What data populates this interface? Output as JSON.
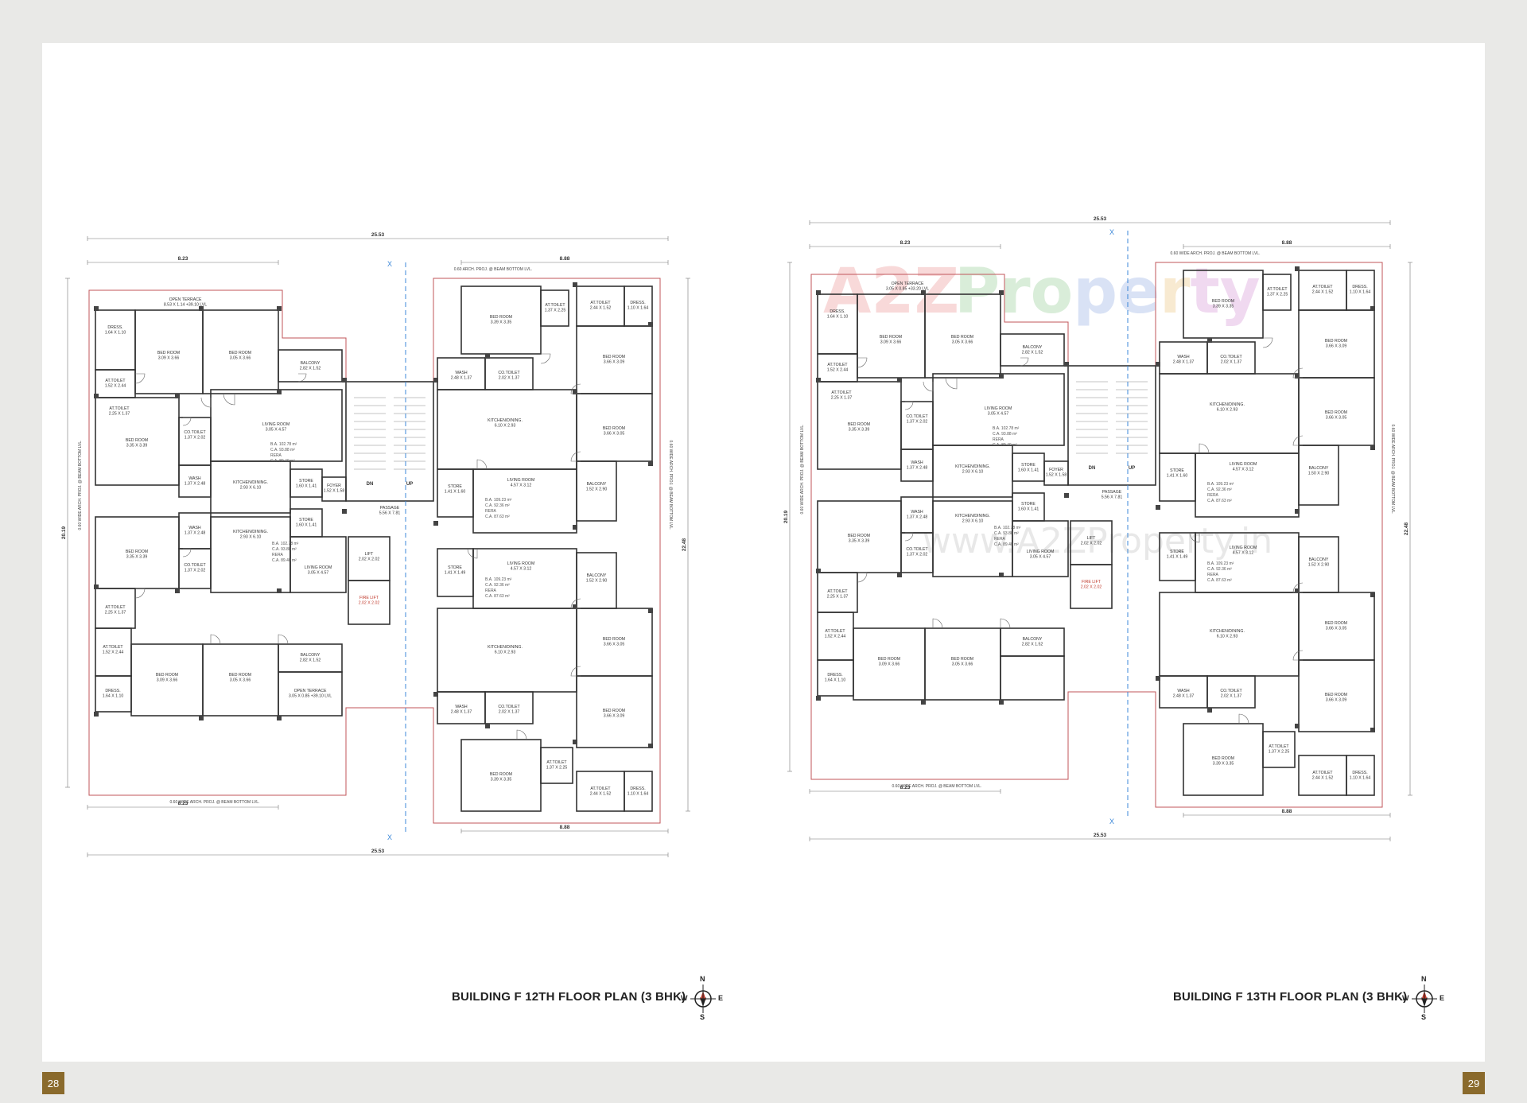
{
  "pages": {
    "left": "28",
    "right": "29"
  },
  "colors": {
    "page_bg": "#e9e9e7",
    "sheet": "#ffffff",
    "wall": "#333333",
    "outline": "#c0555a",
    "axis": "#3b87d8",
    "badge": "#8a6a2c"
  },
  "watermark": {
    "brand_a": "A2Z",
    "brand_b": [
      "Pro",
      "pe",
      "r",
      "ty"
    ],
    "url": "www.A2ZProperty.in"
  },
  "plans": [
    {
      "title": "BUILDING F 12TH FLOOR PLAN (3 BHK)",
      "compass": {
        "n": "N",
        "s": "S",
        "e": "E",
        "w": "W"
      },
      "overall": {
        "top": "25.53",
        "bottom": "25.53",
        "left_top": "8.23",
        "right_top": "8.88",
        "left_bottom": "8.23",
        "right_bottom": "8.88",
        "left_side": "20.19",
        "right_side": "22.48"
      },
      "rooms": {
        "ul_terrace": "OPEN TERRACE 8.53 X 1.14 +39.10 LVL",
        "ul_bed1": "BED ROOM 3.09 X 3.66",
        "ul_bed2": "BED ROOM 3.05 X 3.66",
        "ul_dress": "DRESS. 1.64 X 1.10",
        "ul_attoilet": "AT.TOILET 1.52 X 2.44",
        "ul_balcony": "BALCONY 2.82 X 1.52",
        "ul_bed3": "BED ROOM 3.35 X 3.39",
        "ul_attoilet2": "AT.TOILET 2.25 X 1.37",
        "ul_cotoilet": "CO.TOILET 1.37 X 2.02",
        "ul_living": "LIVING ROOM 3.05 X 4.57",
        "ul_kitchen": "KITCHEN/DINING. 2.93 X 6.10",
        "ul_store": "STORE 1.60 X 1.41",
        "ul_wash": "WASH 1.37 X 2.48",
        "ul_foyer": "FOYER 1.52 X 1.58",
        "ul_area": "B.A. 102.78 m² C.A. 93.88 m² RERA C.A. 89.40 m²",
        "ll_bed1": "BED ROOM 3.35 X 3.39",
        "ll_wash": "WASH 1.37 X 2.48",
        "ll_cotoilet": "CO.TOILET 1.37 X 2.02",
        "ll_kitchen": "KITCHEN/DINING. 2.93 X 6.10",
        "ll_store": "STORE 1.60 X 1.41",
        "ll_living": "LIVING ROOM 3.05 X 4.57",
        "ll_area": "B.A. 102.78 m² C.A. 93.88 m² RERA C.A. 89.40 m²",
        "ll_attoilet": "AT.TOILET 2.25 X 1.37",
        "ll_attoilet2": "AT.TOILET 1.52 X 2.44",
        "ll_bed2": "BED ROOM 3.09 X 3.66",
        "ll_bed3": "BED ROOM 3.05 X 3.66",
        "ll_dress": "DRESS. 1.64 X 1.10",
        "ll_balcony": "BALCONY 2.82 X 1.52",
        "ll_terrace": "OPEN TERRACE 3.05 X 0.85 +39.10 LVL",
        "core_passage": "PASSAGE 5.56 X 7.81",
        "core_lift": "LIFT 2.02 X 2.02",
        "core_firelift": "FIRE LIFT 2.02 X 2.02",
        "ur_bed1": "BED ROOM 3.39 X 3.35",
        "ur_attoilet": "AT.TOILET 1.37 X 2.25",
        "ur_attoilet2": "AT.TOILET 2.44 X 1.52",
        "ur_dress": "DRESS. 1.10 X 1.64",
        "ur_bed2": "BED ROOM 3.66 X 3.09",
        "ur_bed3": "BED ROOM 3.66 X 3.05",
        "ur_wash": "WASH 2.48 X 1.37",
        "ur_cotoilet": "CO.TOILET 2.02 X 1.37",
        "ur_kitchen": "KITCHEN/DINING. 6.10 X 2.93",
        "ur_store": "STORE 1.41 X 1.60",
        "ur_living": "LIVING ROOM 4.57 X 3.12",
        "ur_area": "B.A. 109.23 m² C.A. 92.36 m² RERA C.A. 87.63 m²",
        "ur_balcony": "BALCONY 1.52 X 2.90",
        "lr_store": "STORE 1.41 X 1.49",
        "lr_living": "LIVING ROOM 4.57 X 3.12",
        "lr_area": "B.A. 109.23 m² C.A. 92.36 m² RERA C.A. 87.63 m²",
        "lr_kitchen": "KITCHEN/DINING. 6.10 X 2.93",
        "lr_wash": "WASH 2.48 X 1.37",
        "lr_cotoilet": "CO.TOILET 2.02 X 1.37",
        "lr_balcony": "BALCONY 1.52 X 2.90",
        "lr_bed1": "BED ROOM 3.66 X 3.05",
        "lr_bed2": "BED ROOM 3.66 X 3.09",
        "lr_bed3": "BED ROOM 3.39 X 3.35",
        "lr_attoilet": "AT.TOILET 1.37 X 2.25",
        "lr_attoilet2": "AT.TOILET 2.44 X 1.52",
        "lr_dress": "DRESS. 1.10 X 1.64"
      },
      "notes": {
        "proj_top": "0.60 ARCH. PROJ. @ BEAM BOTTOM LVL.",
        "proj_bottom": "0.60 WIDE ARCH. PROJ. @ BEAM BOTTOM LVL.",
        "proj_side": "0.60 WIDE ARCH. PROJ. @ BEAM BOTTOM LVL."
      }
    },
    {
      "title": "BUILDING F 13TH FLOOR PLAN (3 BHK)",
      "compass": {
        "n": "N",
        "s": "S",
        "e": "E",
        "w": "W"
      },
      "overall": {
        "top": "25.53",
        "bottom": "25.53",
        "left_top": "8.23",
        "right_top": "8.88",
        "left_bottom": "8.23",
        "right_bottom": "8.88",
        "left_side": "20.19",
        "right_side": "22.48"
      },
      "rooms": {
        "ul_terrace": "OPEN TERRACE 3.05 X 0.85 +33.20 LVL",
        "ul_bed1": "BED ROOM 3.09 X 3.66",
        "ul_bed2": "BED ROOM 3.05 X 3.66",
        "ul_dress": "DRESS. 1.64 X 1.10",
        "ul_attoilet": "AT.TOILET 1.52 X 2.44",
        "ul_balcony": "BALCONY 2.82 X 1.52",
        "ul_bed3": "BED ROOM 3.35 X 3.39",
        "ul_attoilet2": "AT.TOILET 2.25 X 1.37",
        "ul_cotoilet": "CO.TOILET 1.37 X 2.02",
        "ul_living": "LIVING ROOM 3.05 X 4.57",
        "ul_kitchen": "KITCHEN/DINING. 2.93 X 6.10",
        "ul_store": "STORE 1.60 X 1.41",
        "ul_wash": "WASH 1.37 X 2.48",
        "ul_foyer": "FOYER 1.52 X 1.58",
        "ul_area": "B.A. 102.78 m² C.A. 93.88 m² RERA C.A. 89.40 m²",
        "ll_bed1": "BED ROOM 3.35 X 3.39",
        "ll_wash": "WASH 1.37 X 2.48",
        "ll_cotoilet": "CO.TOILET 1.37 X 2.02",
        "ll_kitchen": "KITCHEN/DINING. 2.93 X 6.10",
        "ll_store": "STORE 1.60 X 1.41",
        "ll_living": "LIVING ROOM 3.05 X 4.57",
        "ll_area": "B.A. 102.78 m² C.A. 93.88 m² RERA C.A. 89.40 m²",
        "ll_attoilet": "AT.TOILET 2.25 X 1.37",
        "ll_attoilet2": "AT.TOILET 1.52 X 2.44",
        "ll_bed2": "BED ROOM 3.09 X 3.66",
        "ll_bed3": "BED ROOM 3.05 X 3.66",
        "ll_dress": "DRESS. 1.64 X 1.10",
        "ll_balcony": "BALCONY 2.82 X 1.52",
        "ll_terrace": "",
        "core_passage": "PASSAGE 5.56 X 7.81",
        "core_lift": "LIFT 2.02 X 2.02",
        "core_firelift": "FIRE LIFT 2.02 X 2.02",
        "ur_bed1": "BED ROOM 3.39 X 3.35",
        "ur_attoilet": "AT.TOILET 1.37 X 2.25",
        "ur_attoilet2": "AT.TOILET 2.44 X 1.52",
        "ur_dress": "DRESS. 1.10 X 1.64",
        "ur_bed2": "BED ROOM 3.66 X 3.09",
        "ur_bed3": "BED ROOM 3.66 X 3.05",
        "ur_wash": "WASH 2.48 X 1.37",
        "ur_cotoilet": "CO.TOILET 2.02 X 1.37",
        "ur_kitchen": "KITCHEN/DINING. 6.10 X 2.93",
        "ur_store": "STORE 1.41 X 1.60",
        "ur_living": "LIVING ROOM 4.57 X 3.12",
        "ur_area": "B.A. 109.23 m² C.A. 92.36 m² RERA C.A. 87.63 m²",
        "ur_balcony": "BALCONY 1.50 X 2.90",
        "lr_store": "STORE 1.41 X 1.49",
        "lr_living": "LIVING ROOM 4.57 X 3.12",
        "lr_area": "B.A. 109.23 m² C.A. 92.36 m² RERA C.A. 87.63 m²",
        "lr_kitchen": "KITCHEN/DINING. 6.10 X 2.93",
        "lr_wash": "WASH 2.48 X 1.37",
        "lr_cotoilet": "CO.TOILET 2.02 X 1.37",
        "lr_balcony": "BALCONY 1.52 X 2.90",
        "lr_bed1": "BED ROOM 3.66 X 3.05",
        "lr_bed2": "BED ROOM 3.66 X 3.09",
        "lr_bed3": "BED ROOM 3.39 X 3.35",
        "lr_attoilet": "AT.TOILET 1.37 X 2.25",
        "lr_attoilet2": "AT.TOILET 2.44 X 1.52",
        "lr_dress": "DRESS. 1.10 X 1.64"
      },
      "notes": {
        "proj_top": "0.60 WIDE ARCH. PROJ. @ BEAM BOTTOM LVL.",
        "proj_bottom": "0.60 WIDE ARCH. PROJ. @ BEAM BOTTOM LVL.",
        "proj_side": "0.60 WIDE ARCH. PROJ. @ BEAM BOTTOM LVL."
      }
    }
  ]
}
